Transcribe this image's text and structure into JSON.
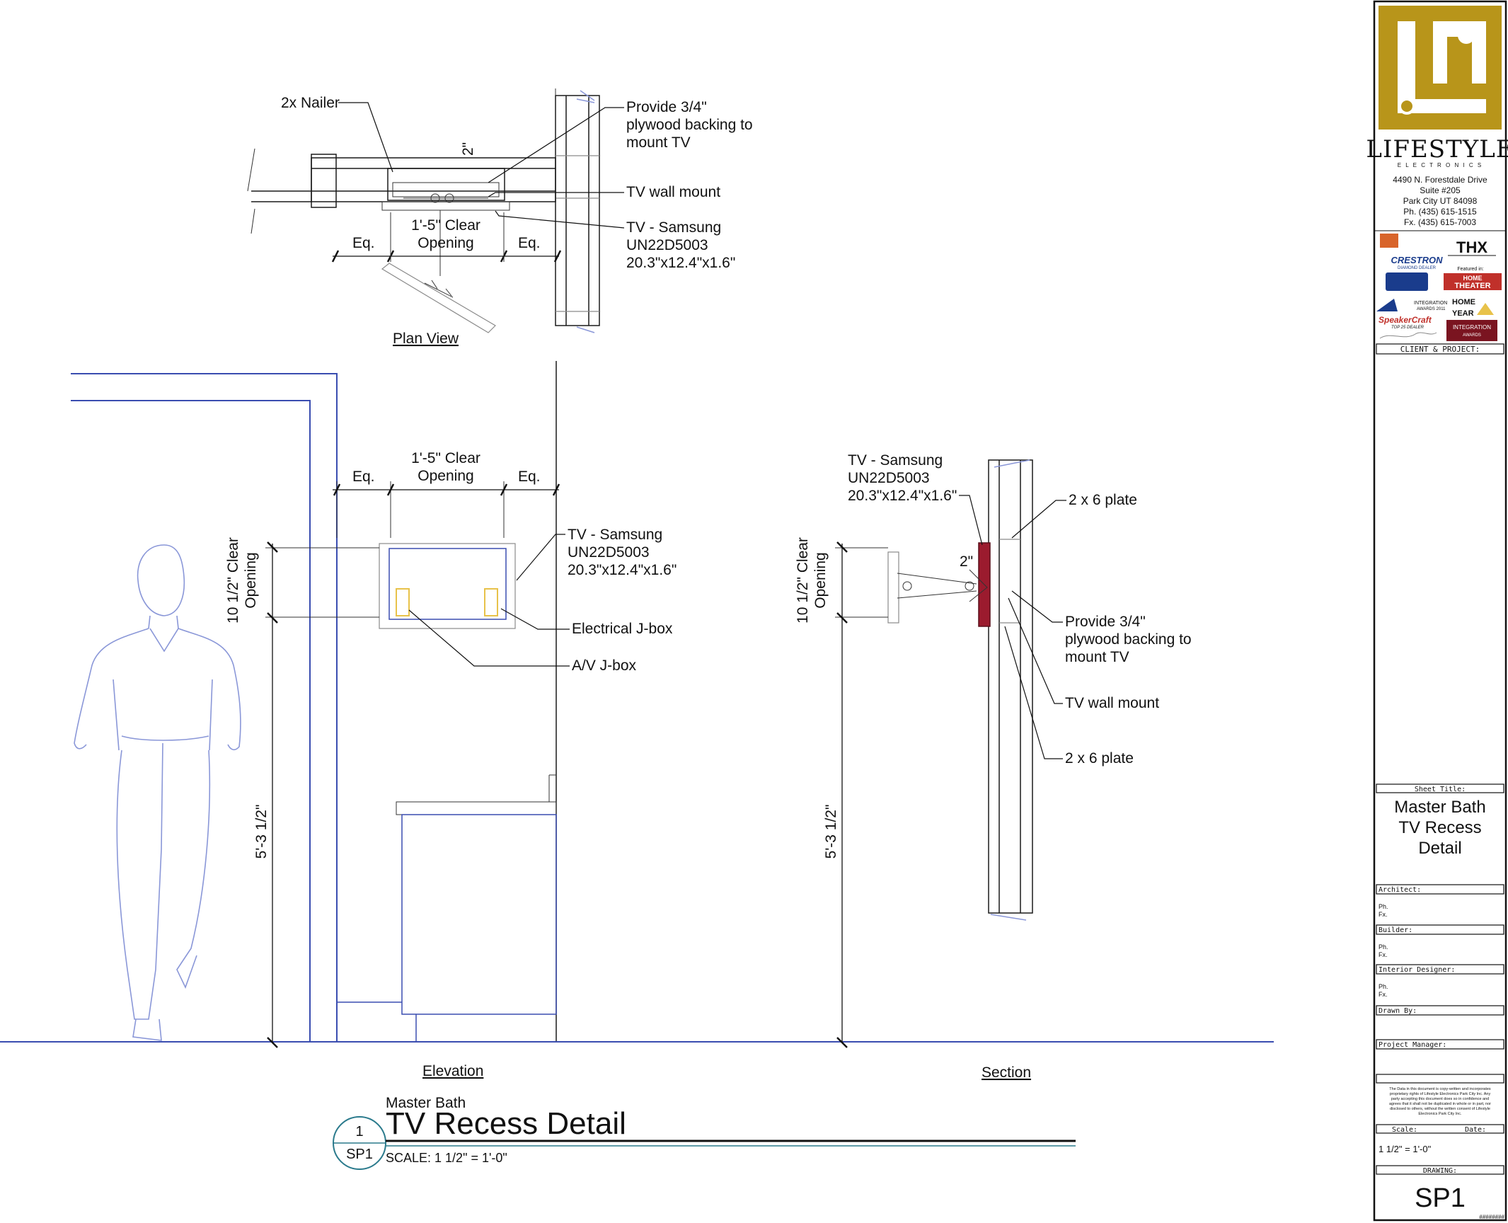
{
  "plan": {
    "title": "Plan View",
    "nailer": "2x Nailer",
    "backing": [
      "Provide 3/4\"",
      "plywood backing to",
      "mount TV"
    ],
    "mount": "TV wall mount",
    "tv": [
      "TV - Samsung",
      "UN22D5003",
      "20.3\"x12.4\"x1.6\""
    ],
    "clear": [
      "1'-5\" Clear",
      "Opening"
    ],
    "eq_left": "Eq.",
    "eq_right": "Eq.",
    "gap": "2\""
  },
  "elevation": {
    "title": "Elevation",
    "clear": [
      "1'-5\" Clear",
      "Opening"
    ],
    "eq_left": "Eq.",
    "eq_right": "Eq.",
    "tv": [
      "TV - Samsung",
      "UN22D5003",
      "20.3\"x12.4\"x1.6\""
    ],
    "electrical": "Electrical J-box",
    "av": "A/V J-box",
    "height_clear": [
      "10 1/2\" Clear",
      "Opening"
    ],
    "height_floor": "5'-3 1/2\""
  },
  "section": {
    "title": "Section",
    "tv": [
      "TV - Samsung",
      "UN22D5003",
      "20.3\"x12.4\"x1.6\""
    ],
    "plate_top": "2 x 6 plate",
    "backing": [
      "Provide 3/4\"",
      "plywood backing to",
      "mount TV"
    ],
    "mount": "TV wall mount",
    "plate_bottom": "2 x 6 plate",
    "gap": "2\"",
    "height_clear": [
      "10 1/2\" Clear",
      "Opening"
    ],
    "height_floor": "5'-3 1/2\""
  },
  "detail": {
    "number": "1",
    "sheet": "SP1",
    "subtitle": "Master Bath",
    "title": "TV Recess Detail",
    "scale": "SCALE:  1 1/2\" = 1'-0\""
  },
  "titleblock": {
    "company": "LIFESTYLE",
    "company_sub": "E L E C T R O N I C S",
    "address": [
      "4490 N. Forestdale Drive",
      "Suite #205",
      "Park City UT 84098",
      "Ph. (435) 615-1515",
      "Fx. (435) 615-7003"
    ],
    "logos": {
      "thx": "THX",
      "crestron": "CRESTRON",
      "crestron_sub": "DIAMOND DEALER",
      "featured": "Featured in:",
      "home_theater": [
        "HOME",
        "THEATER"
      ],
      "integration": [
        "INTEGRATION",
        "AWARDS 2011"
      ],
      "home_year": [
        "HOME",
        "YEAR"
      ],
      "speakercraft": "SpeakerCraft",
      "speakercraft_sub": "TOP 25 DEALER",
      "integration2": [
        "INTEGRATION",
        "AWARDS"
      ]
    },
    "client_label": "CLIENT  &  PROJECT:",
    "sheet_title_label": "Sheet  Title:",
    "sheet_title": [
      "Master Bath",
      "TV Recess",
      "Detail"
    ],
    "architect": "Architect:",
    "builder": "Builder:",
    "interior": "Interior  Designer:",
    "ph": "Ph.",
    "fx": "Fx.",
    "drawn_by": "Drawn  By:",
    "pm": "Project  Manager:",
    "legal": [
      "The Data in this document is copy-written and incorporates",
      "proprietary rights of Lifestyle Electronics Park City Inc. Any",
      "party accepting this document does so in confidence and",
      "agrees that it shall not be duplicated in whole or in part, nor",
      "disclosed to others, without the written consent of Lifestyle",
      "Electronics Park City Inc."
    ],
    "scale_label": "Scale:",
    "date_label": "Date:",
    "scale_value": "1 1/2\" = 1'-0\"",
    "drawing_label": "DRAWING:",
    "drawing_number": "SP1",
    "hatch": "########"
  },
  "colors": {
    "gold": "#b8951a",
    "burgundy": "#9b1b2e",
    "outline_blue": "#3a4db0",
    "figure_blue": "#8a97d8",
    "jbox": "#e8c24a",
    "circle": "#2a7a8c"
  }
}
